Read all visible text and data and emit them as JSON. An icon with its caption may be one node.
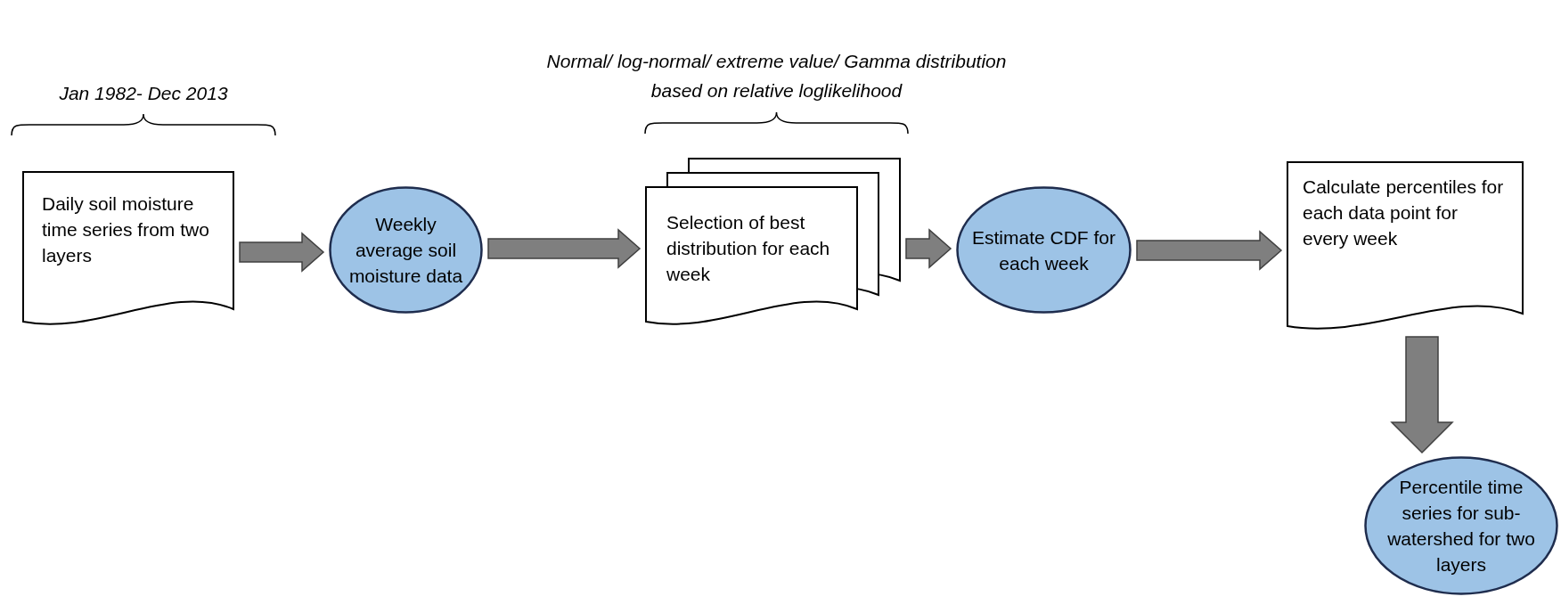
{
  "diagram": {
    "nodes": [
      {
        "text": [
          "Daily soil moisture time series from two layers"
        ],
        "beside": [
          "Jan 1982- Dec 2013"
        ]
      },
      {
        "text": [
          "Weekly average soil moisture data"
        ]
      },
      {
        "text": [
          "Selection of best distribution for each week"
        ],
        "beside": [
          "Normal/ log-normal/ extreme value/ Gamma distribution based on relative loglikelihood"
        ]
      },
      {
        "text": [
          "Estimate CDF for each week"
        ]
      },
      {
        "text": [
          "Calculate percentiles for each data point for every week"
        ]
      },
      {
        "text": [
          "Percentile time series for sub-watershed for two layers"
        ]
      }
    ],
    "edges": [
      {
        "from": 0,
        "to": 1,
        "arrow": "to"
      },
      {
        "from": 1,
        "to": 2,
        "arrow": "to"
      },
      {
        "from": 2,
        "to": 3,
        "arrow": "to"
      },
      {
        "from": 3,
        "to": 4,
        "arrow": "to"
      },
      {
        "from": 4,
        "to": 5,
        "arrow": "to"
      }
    ]
  }
}
